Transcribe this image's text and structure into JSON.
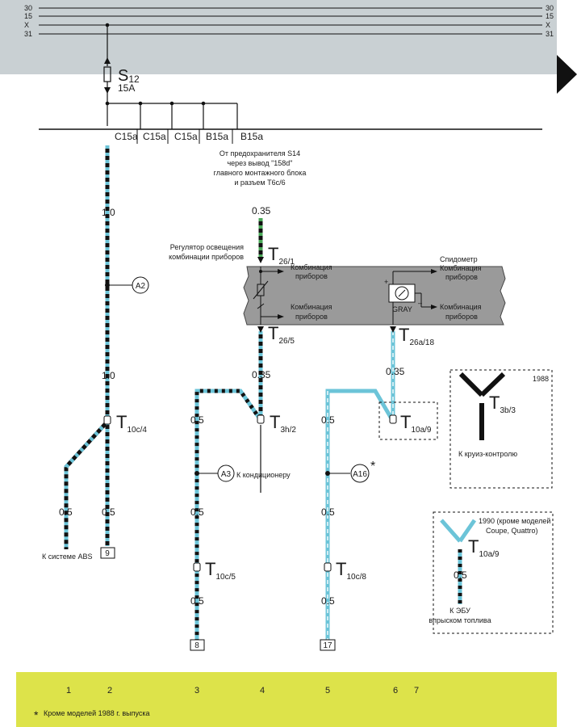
{
  "buses": {
    "line_30": "30",
    "line_15": "15",
    "line_x": "X",
    "line_31": "31"
  },
  "fuse": {
    "name": "S",
    "index": "12",
    "rating": "15A"
  },
  "connectors_top": [
    "C15a",
    "C15a",
    "C15a",
    "B15a",
    "B15a"
  ],
  "wire_sizes": {
    "w2_top": "1.0",
    "w2_mid": "1.0",
    "w1_low": "0.5",
    "w2_low": "0.5",
    "w3_a": "0.5",
    "w3_b": "0.5",
    "w3_c": "0.5",
    "w4_top": "0.35",
    "w4_mid": "0.35",
    "w5_a": "0.5",
    "w5_b": "0.5",
    "w5_c": "0.5",
    "w6_mid": "0.35",
    "box2_wire": "0.5"
  },
  "notes": {
    "s14_line1": "От предохранителя S14",
    "s14_line2": "через вывод \"158d\"",
    "s14_line3": "главного монтажного блока",
    "s14_line4": "и разъем T6c/6",
    "regulator_line1": "Регулятор освещения",
    "regulator_line2": "комбинации приборов",
    "combo1_line1": "Комбинация",
    "combo1_line2": "приборов",
    "combo2_line1": "Комбинация",
    "combo2_line2": "приборов",
    "speedo": "Спидометр",
    "combo3_line1": "Комбинация",
    "combo3_line2": "приборов",
    "combo4_line1": "Комбинация",
    "combo4_line2": "приборов",
    "gray": "GRAY",
    "abs": "К системе ABS",
    "ac": "К кондиционеру",
    "cruise": "К круиз-контролю",
    "ecu_line1": "К ЭБУ",
    "ecu_line2": "впрыском топлива",
    "box1_year": "1988",
    "box2_line1": "1990 (кроме моделей",
    "box2_line2": "Coupe, Quattro)",
    "footnote": "Кроме моделей 1988 г. выпуска"
  },
  "terminals": {
    "t26_1": {
      "main": "T",
      "sub": "26/1"
    },
    "t26_5": {
      "main": "T",
      "sub": "26/5"
    },
    "t26a_18": {
      "main": "T",
      "sub": "26a/18"
    },
    "t10c_4": {
      "main": "T",
      "sub": "10c/4"
    },
    "t3h_2": {
      "main": "T",
      "sub": "3h/2"
    },
    "t10a_9": {
      "main": "T",
      "sub": "10a/9"
    },
    "t3b_3": {
      "main": "T",
      "sub": "3b/3"
    },
    "t10a_9b": {
      "main": "T",
      "sub": "10a/9"
    },
    "t10c_5": {
      "main": "T",
      "sub": "10c/5"
    },
    "t10c_8": {
      "main": "T",
      "sub": "10c/8"
    }
  },
  "splices": {
    "a2": "A2",
    "a3": "A3",
    "a16": "A16",
    "a16_star": "*"
  },
  "ground_boxes": {
    "g9": "9",
    "g8": "8",
    "g17": "17"
  },
  "column_numbers": [
    "1",
    "2",
    "3",
    "4",
    "5",
    "6",
    "7"
  ],
  "colors": {
    "wire_black": "#111111",
    "wire_blue": "#6cc4d8",
    "footer": "#dde34a",
    "header_band": "#c9d0d3"
  }
}
